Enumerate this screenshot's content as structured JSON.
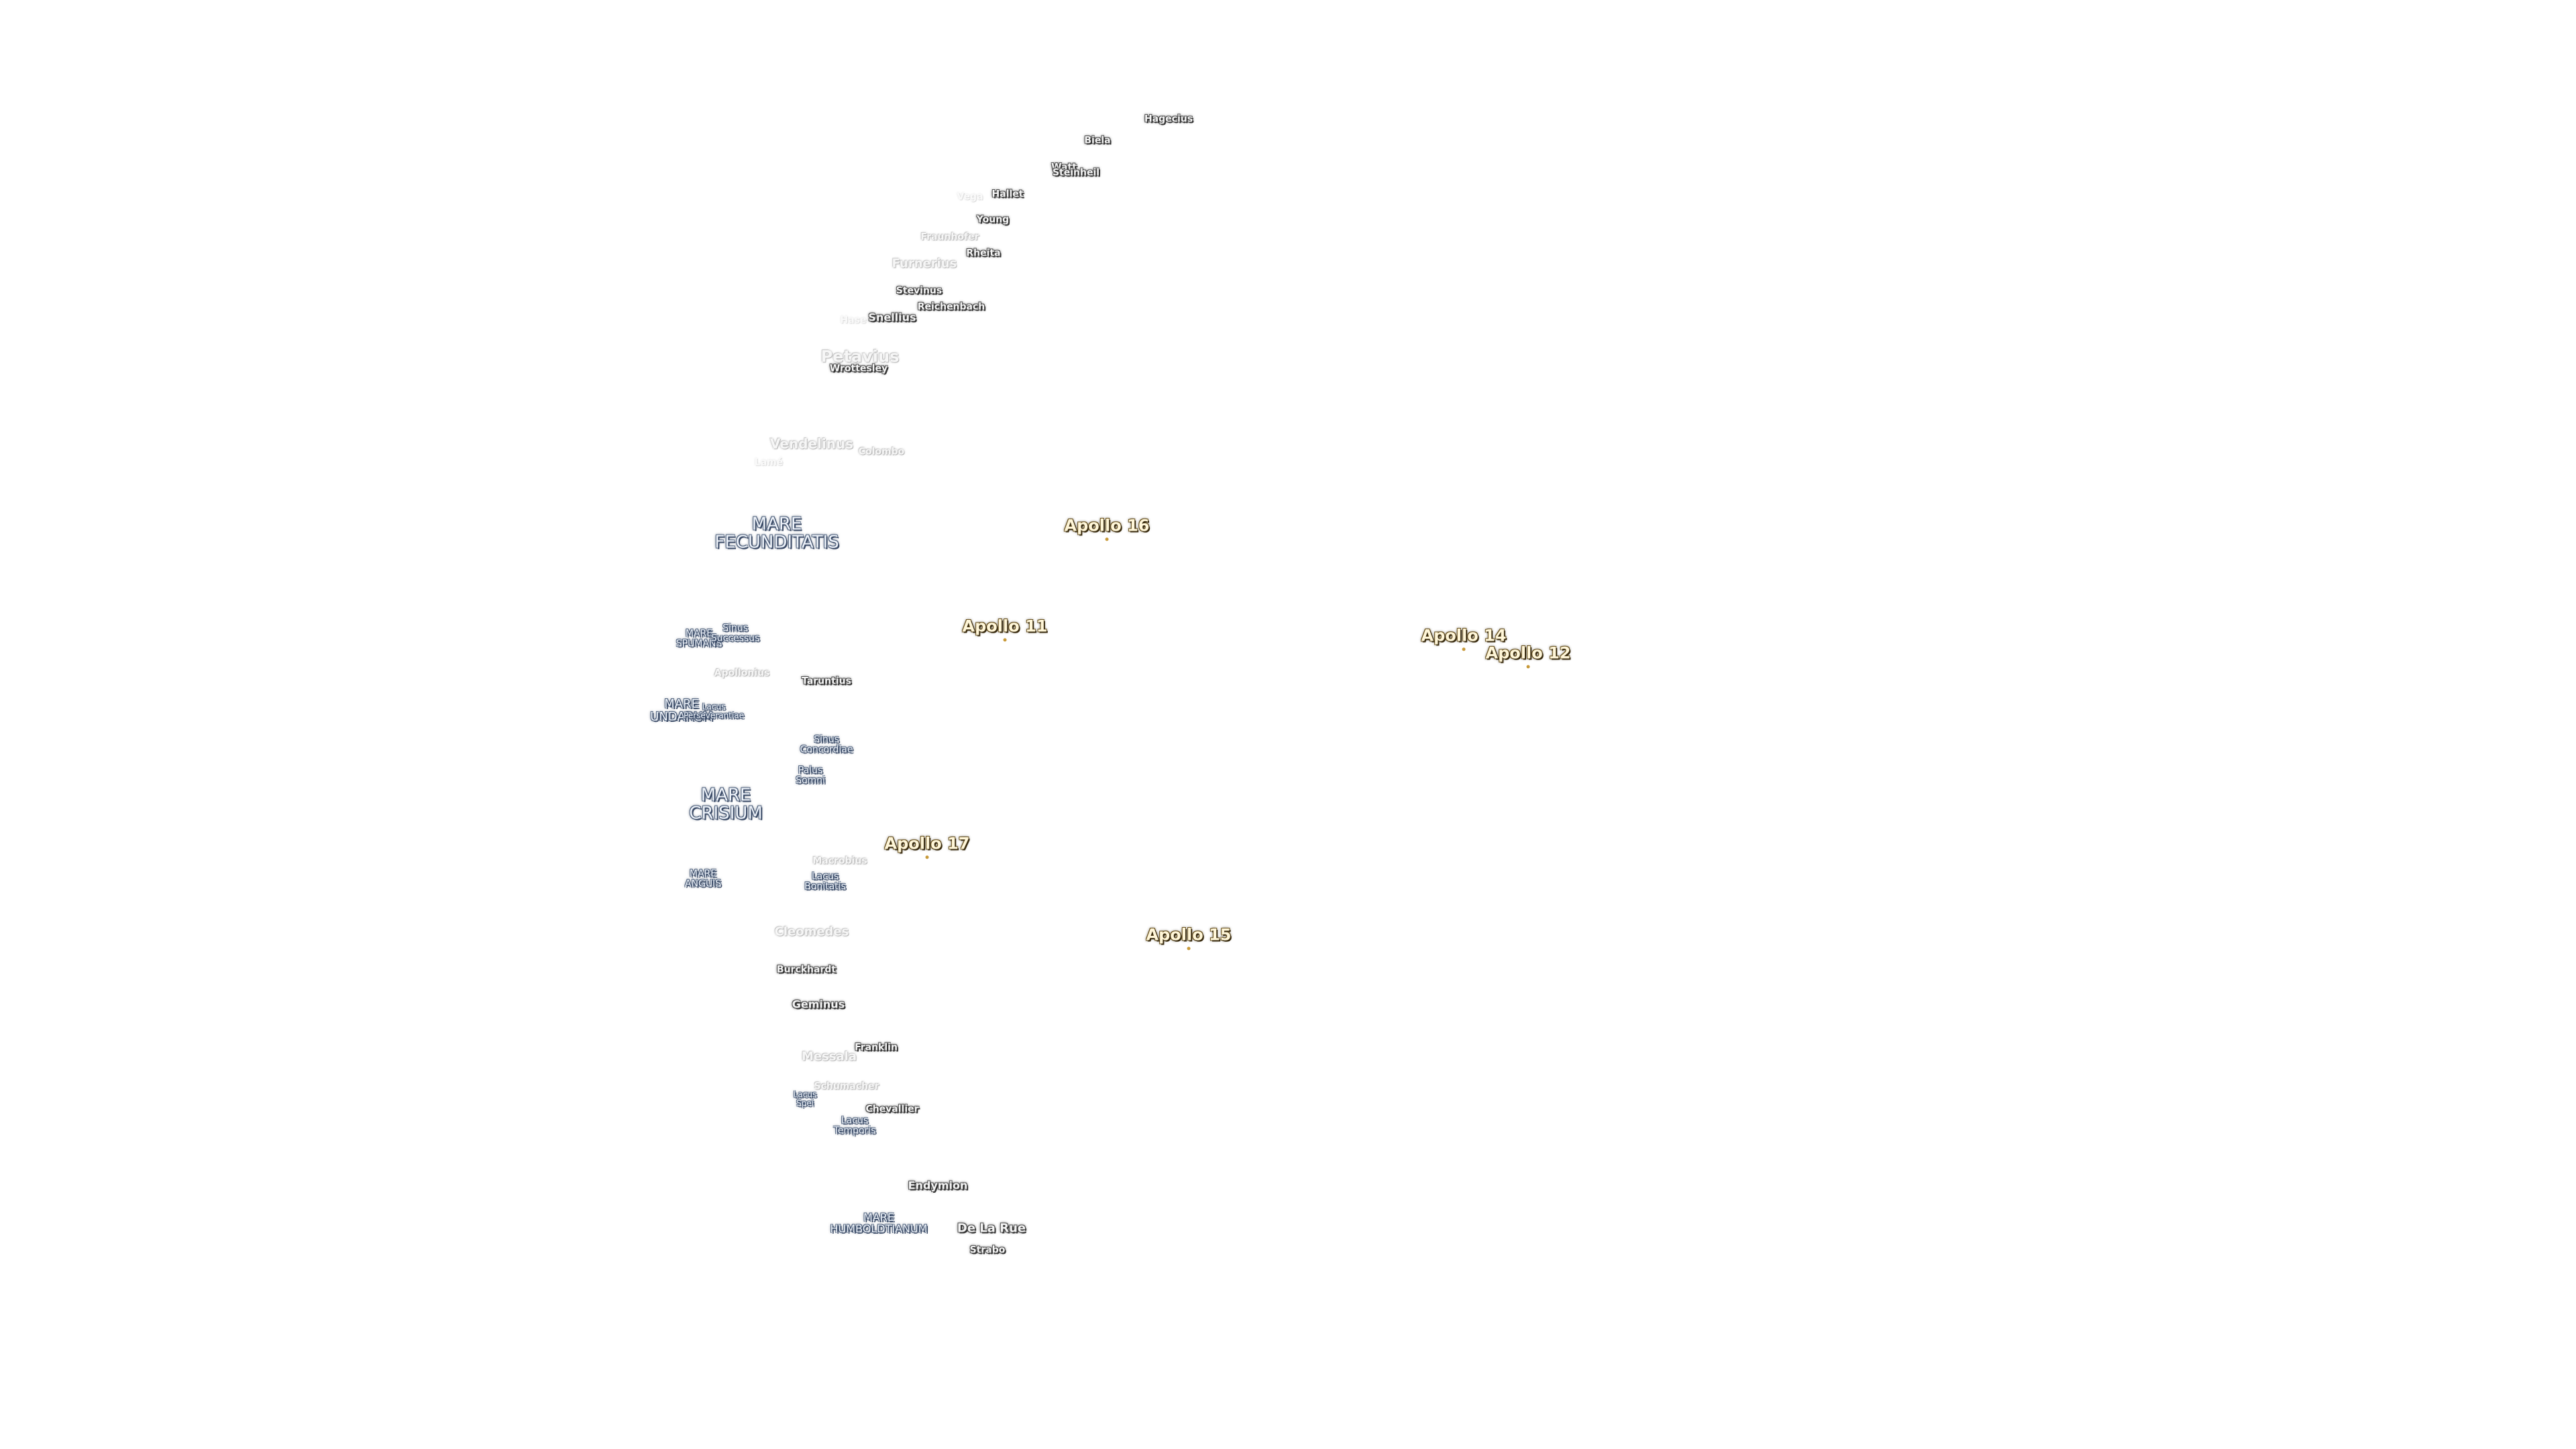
{
  "map": {
    "craters": {
      "hagecius": "Hagecius",
      "biela": "Biela",
      "watt": "Watt",
      "steinheil": "Steinheil",
      "vega": "Vega",
      "hallet": "Hallet",
      "young": "Young",
      "fraunhofer": "Fraunhofer",
      "rheita": "Rheita",
      "furnerius": "Furnerius",
      "stevinus": "Stevinus",
      "reichenbach": "Reichenbach",
      "hase": "Hase",
      "snellius": "Snellius",
      "petavius": "Petavius",
      "wrottesley": "Wrottesley",
      "vendelinus": "Vendelinus",
      "columbo": "Colombo",
      "lame": "Lamé",
      "apollonius": "Apollonius",
      "taruntius": "Taruntius",
      "macrobius": "Macrobius",
      "cleomedes": "Cleomedes",
      "burckhardt": "Burckhardt",
      "geminus": "Geminus",
      "franklin": "Franklin",
      "messala": "Messala",
      "schumacher": "Schumacher",
      "chevallier": "Chevallier",
      "endymion": "Endymion",
      "delarue": "De La Rue",
      "strabo": "Strabo"
    },
    "maria": {
      "fecunditatis_1": "MARE",
      "fecunditatis_2": "FECUNDITATIS",
      "spumans_1": "MARE",
      "spumans_2": "SPUMANS",
      "undarum_1": "MARE",
      "undarum_2": "UNDARUM",
      "crisium_1": "MARE",
      "crisium_2": "CRISIUM",
      "anguis_1": "MARE",
      "anguis_2": "ANGUIS",
      "humboldtianum_1": "MARE",
      "humboldtianum_2": "HUMBOLDTIANUM",
      "sinus_successus_1": "Sinus",
      "sinus_successus_2": "Successus",
      "lacus_1": "Lacus",
      "lacus_2": "Perseverantiae",
      "sinus_concordiae_1": "Sinus",
      "sinus_concordiae_2": "Concordiae",
      "palus_somni_1": "Palus",
      "palus_somni_2": "Somni",
      "lacus_bonitatis_1": "Lacus",
      "lacus_bonitatis_2": "Bonitatis",
      "lacus_spei_1": "Lacus",
      "lacus_spei_2": "Spei",
      "lacus_temporis_1": "Lacus",
      "lacus_temporis_2": "Temporis"
    },
    "apollo": {
      "a16": "Apollo 16",
      "a11": "Apollo 11",
      "a14": "Apollo 14",
      "a12": "Apollo 12",
      "a17": "Apollo 17",
      "a15": "Apollo 15"
    }
  }
}
